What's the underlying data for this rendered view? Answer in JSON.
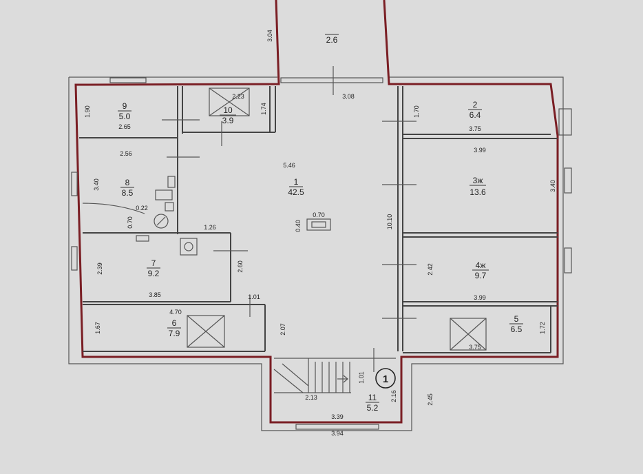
{
  "colors": {
    "background": "#dcdcdc",
    "outline": "#7a1e24",
    "wall": "#444444"
  },
  "marker": {
    "label": "1"
  },
  "rooms": [
    {
      "id": "r1",
      "num": "1",
      "area": "42.5"
    },
    {
      "id": "r2",
      "num": "2",
      "area": "6.4"
    },
    {
      "id": "r3",
      "num": "3ж",
      "area": "13.6"
    },
    {
      "id": "r4",
      "num": "4ж",
      "area": "9.7"
    },
    {
      "id": "r5",
      "num": "5",
      "area": "6.5"
    },
    {
      "id": "r6",
      "num": "6",
      "area": "7.9"
    },
    {
      "id": "r7",
      "num": "7",
      "area": "9.2"
    },
    {
      "id": "r8",
      "num": "8",
      "area": "8.5"
    },
    {
      "id": "r9",
      "num": "9",
      "area": "5.0"
    },
    {
      "id": "r10",
      "num": "10",
      "area": "3.9"
    },
    {
      "id": "r11",
      "num": "11",
      "area": "5.2"
    },
    {
      "id": "corridor",
      "num": "",
      "area": "2.6"
    }
  ],
  "dimensions": [
    {
      "id": "d1",
      "v": "3.04"
    },
    {
      "id": "d2",
      "v": "3.08"
    },
    {
      "id": "d3",
      "v": "1.90"
    },
    {
      "id": "d4",
      "v": "2.65"
    },
    {
      "id": "d5",
      "v": "2.23"
    },
    {
      "id": "d6",
      "v": "1.74"
    },
    {
      "id": "d7",
      "v": "1.70"
    },
    {
      "id": "d8",
      "v": "3.75"
    },
    {
      "id": "d9",
      "v": "2.56"
    },
    {
      "id": "d10",
      "v": "5.46"
    },
    {
      "id": "d11",
      "v": "3.99"
    },
    {
      "id": "d12",
      "v": "3.40"
    },
    {
      "id": "d13",
      "v": "3.40"
    },
    {
      "id": "d14",
      "v": "0.22"
    },
    {
      "id": "d15",
      "v": "0.70"
    },
    {
      "id": "d16",
      "v": "0.70"
    },
    {
      "id": "d17",
      "v": "0.40"
    },
    {
      "id": "d18",
      "v": "1.26"
    },
    {
      "id": "d19",
      "v": "10.10"
    },
    {
      "id": "d20",
      "v": "2.39"
    },
    {
      "id": "d21",
      "v": "2.60"
    },
    {
      "id": "d22",
      "v": "2.42"
    },
    {
      "id": "d23",
      "v": "3.85"
    },
    {
      "id": "d24",
      "v": "1.01"
    },
    {
      "id": "d25",
      "v": "3.99"
    },
    {
      "id": "d26",
      "v": "4.70"
    },
    {
      "id": "d27",
      "v": "1.67"
    },
    {
      "id": "d28",
      "v": "2.07"
    },
    {
      "id": "d29",
      "v": "1.72"
    },
    {
      "id": "d30",
      "v": "3.75"
    },
    {
      "id": "d31",
      "v": "1.01"
    },
    {
      "id": "d32",
      "v": "2.13"
    },
    {
      "id": "d33",
      "v": "2.16"
    },
    {
      "id": "d34",
      "v": "2.45"
    },
    {
      "id": "d35",
      "v": "3.39"
    },
    {
      "id": "d36",
      "v": "3.94"
    }
  ]
}
